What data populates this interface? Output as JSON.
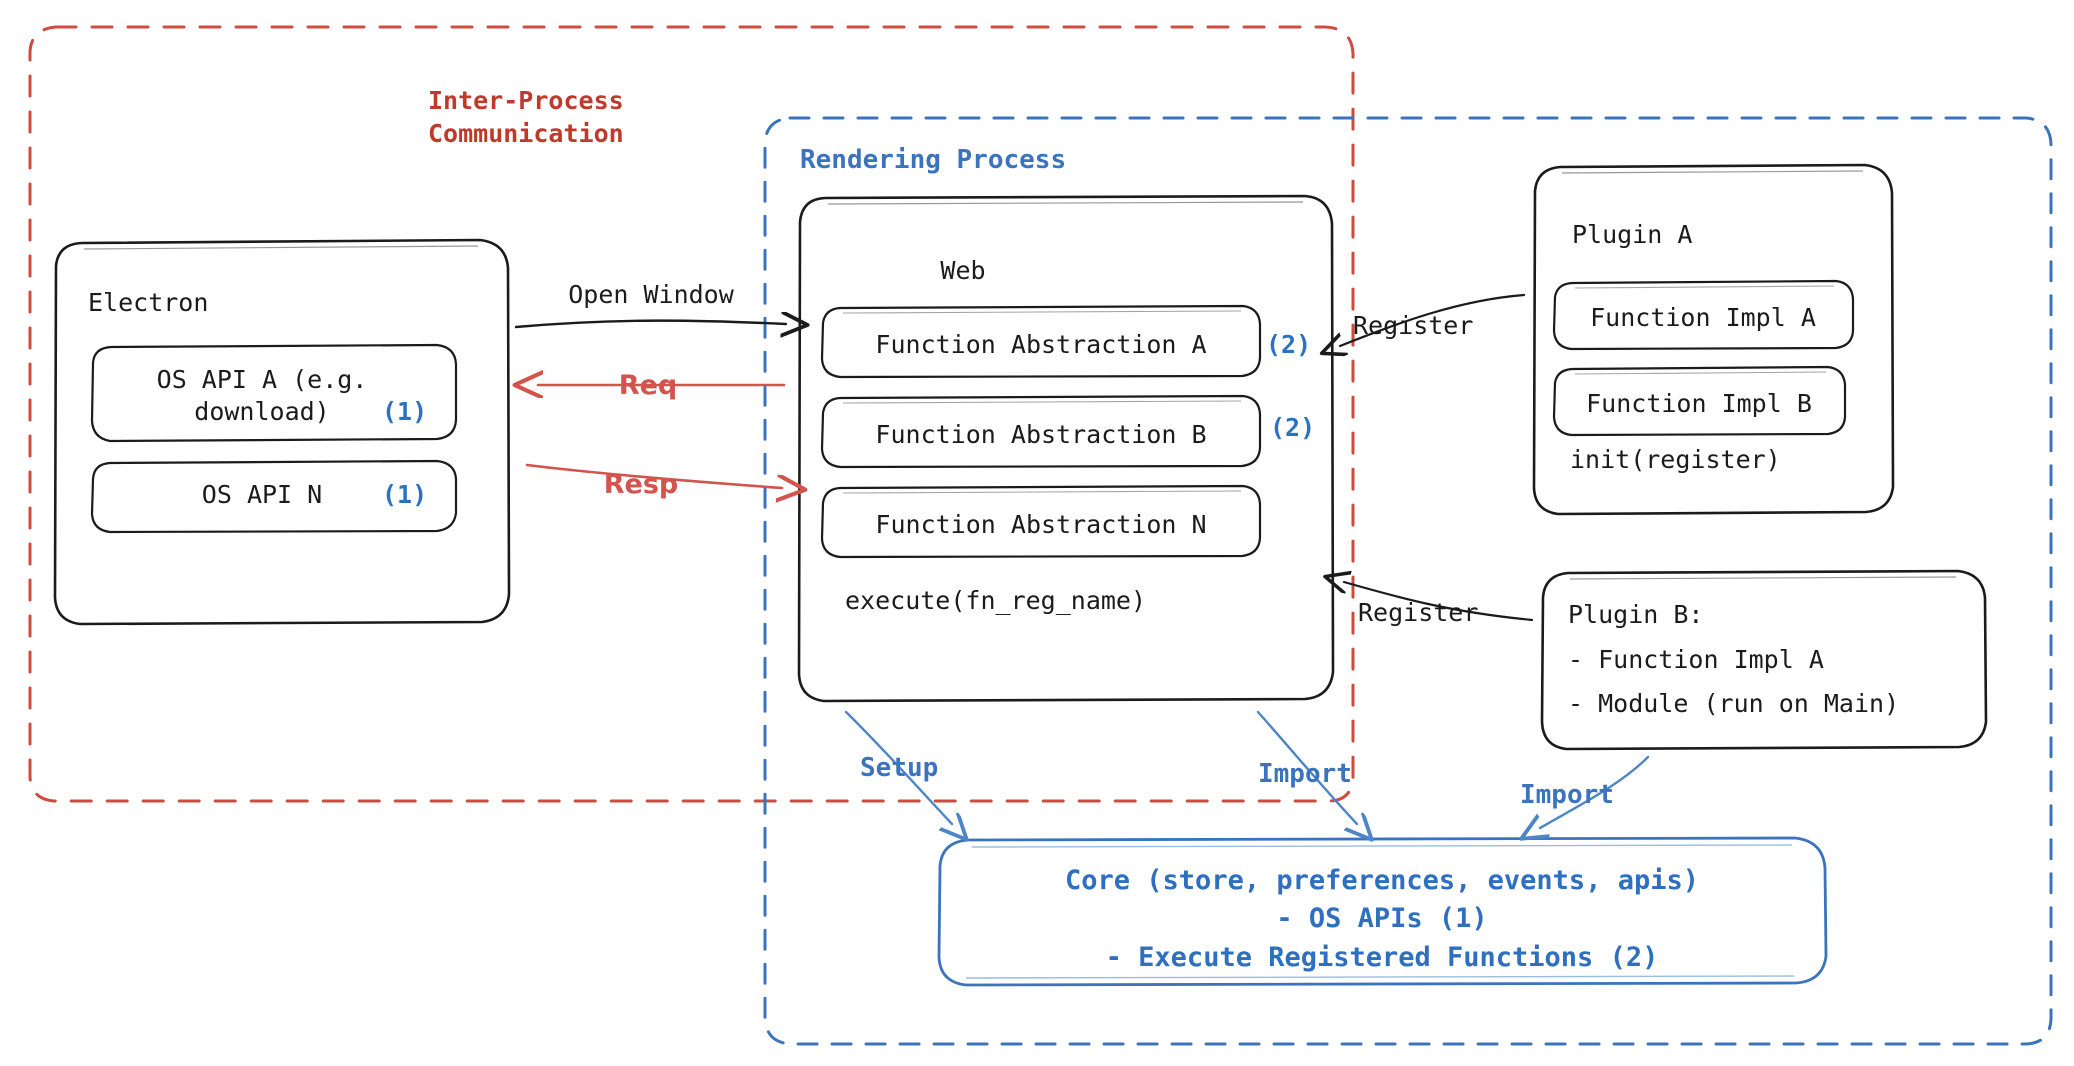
{
  "diagram": {
    "title": "Electron plugin architecture: IPC, Rendering Process, Plugins and Core",
    "colors": {
      "ipc_red": "#c0392b",
      "edge_red": "#d2544c",
      "process_blue": "#3b74bd",
      "core_blue": "#2f6fc0",
      "reference_blue": "#2c72c3",
      "stroke_dark": "#1b1b1b",
      "background": "#ffffff"
    }
  },
  "containers": {
    "ipc": {
      "label_line1": "Inter-Process",
      "label_line2": "Communication"
    },
    "rendering": {
      "label": "Rendering Process"
    }
  },
  "electron": {
    "title": "Electron",
    "apis": [
      {
        "label_line1": "OS API A (e.g.",
        "label_line2": "download)",
        "ref": "(1)"
      },
      {
        "label_line1": "OS API N",
        "label_line2": "",
        "ref": "(1)"
      }
    ]
  },
  "web": {
    "title": "Web",
    "abstractions": [
      {
        "label": "Function Abstraction A",
        "ref": "(2)"
      },
      {
        "label": "Function Abstraction B",
        "ref": "(2)"
      },
      {
        "label": "Function Abstraction N",
        "ref": ""
      }
    ],
    "note": "execute(fn_reg_name)"
  },
  "plugin_a": {
    "title": "Plugin A",
    "functions": [
      "Function Impl A",
      "Function Impl B"
    ],
    "note": "init(register)"
  },
  "plugin_b": {
    "title": "Plugin B:",
    "items": [
      "- Function Impl A",
      "- Module (run on Main)"
    ]
  },
  "core": {
    "line1": "Core (store, preferences, events, apis)",
    "line2": "- OS APIs (1)",
    "line3": "- Execute Registered Functions (2)"
  },
  "edges": {
    "open_window": "Open Window",
    "req": "Req",
    "resp": "Resp",
    "register_top": "Register",
    "register_bottom": "Register",
    "setup": "Setup",
    "import_web": "Import",
    "import_plugin_b": "Import"
  }
}
